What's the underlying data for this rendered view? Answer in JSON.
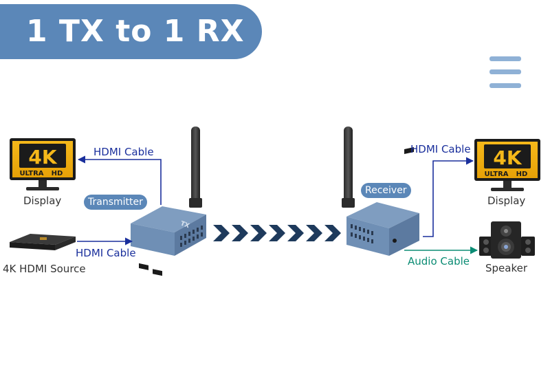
{
  "header": {
    "title": "1 TX to 1 RX"
  },
  "menu": {
    "icon": "hamburger-menu-icon"
  },
  "monitor": {
    "badge_big": "4K",
    "badge_small_a": "ULTRA",
    "badge_small_b": "HD"
  },
  "left": {
    "display_label": "Display",
    "hdmi_cable_out": "HDMI Cable",
    "source_label": "4K HDMI Source",
    "hdmi_cable_in": "HDMI Cable",
    "transmitter_tag": "Transmitter",
    "device_mark": "TX"
  },
  "right": {
    "receiver_tag": "Receiver",
    "hdmi_cable_out": "HDMI Cable",
    "display_label": "Display",
    "audio_cable": "Audio Cable",
    "speaker_label": "Speaker"
  },
  "colors": {
    "accent": "#5b87b8",
    "cable_hdmi": "#1a2f9c",
    "cable_audio": "#0b8c74",
    "signal_arrows": "#1e3a5c",
    "menu_bar": "#8fb1d6",
    "device_body": "#6f8fb5"
  }
}
